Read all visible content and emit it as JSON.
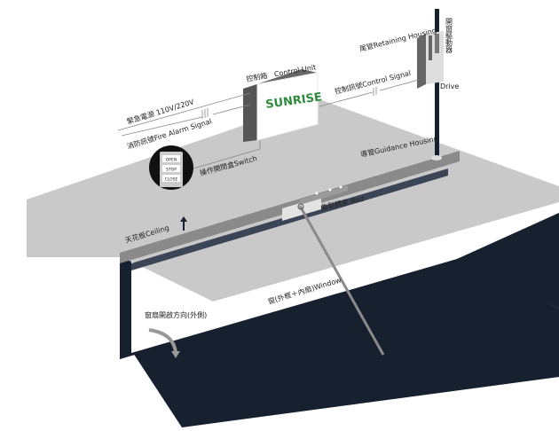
{
  "labels": {
    "control_unit": "控制箱　Control Unit",
    "brand": "SUNRISE",
    "emergency_power": "緊急電源 110V/220V",
    "fire_alarm": "消防訊號Fire Alarm Signal",
    "switch": "操作開閉盒Switch",
    "switch_open": "OPEN",
    "switch_stop": "STOP",
    "switch_close": "CLOSE",
    "retaining_housing": "尾管Retaining Housing",
    "control_signal": "控制訊號Control Signal",
    "drive_zh": "開窗驅動器",
    "drive_en": "Drive",
    "guidance_housing": "導管Guidance Housing",
    "ceiling": "天花板Ceiling",
    "rod": "曲型鋼索 Rod",
    "window": "窗(外框＋內扇)Window",
    "opening_direction": "窗扇開啟方向(外側)"
  },
  "colors": {
    "brand": "#2e8b3e",
    "frame": "#17202f",
    "ceiling": "#c8c8c8",
    "edge": "#8a8a8a"
  }
}
